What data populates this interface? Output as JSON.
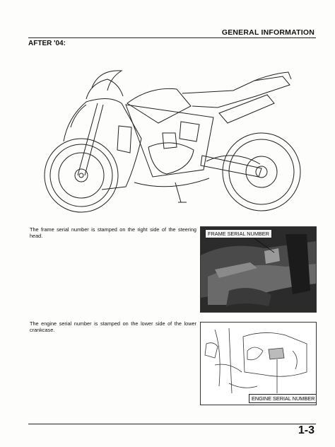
{
  "header": {
    "title": "GENERAL INFORMATION"
  },
  "section": {
    "label": "AFTER '04:"
  },
  "illustration": {
    "icon": "motorcycle-side-view-icon"
  },
  "frame_serial": {
    "caption": "The frame serial number is stamped on the right side of the steering head.",
    "photo_label": "FRAME SERIAL NUMBER"
  },
  "engine_serial": {
    "caption": "The engine serial number is stamped on the lower side of the lower crankcase.",
    "photo_label": "ENGINE SERIAL NUMBER"
  },
  "footer": {
    "page_number": "1-3"
  }
}
